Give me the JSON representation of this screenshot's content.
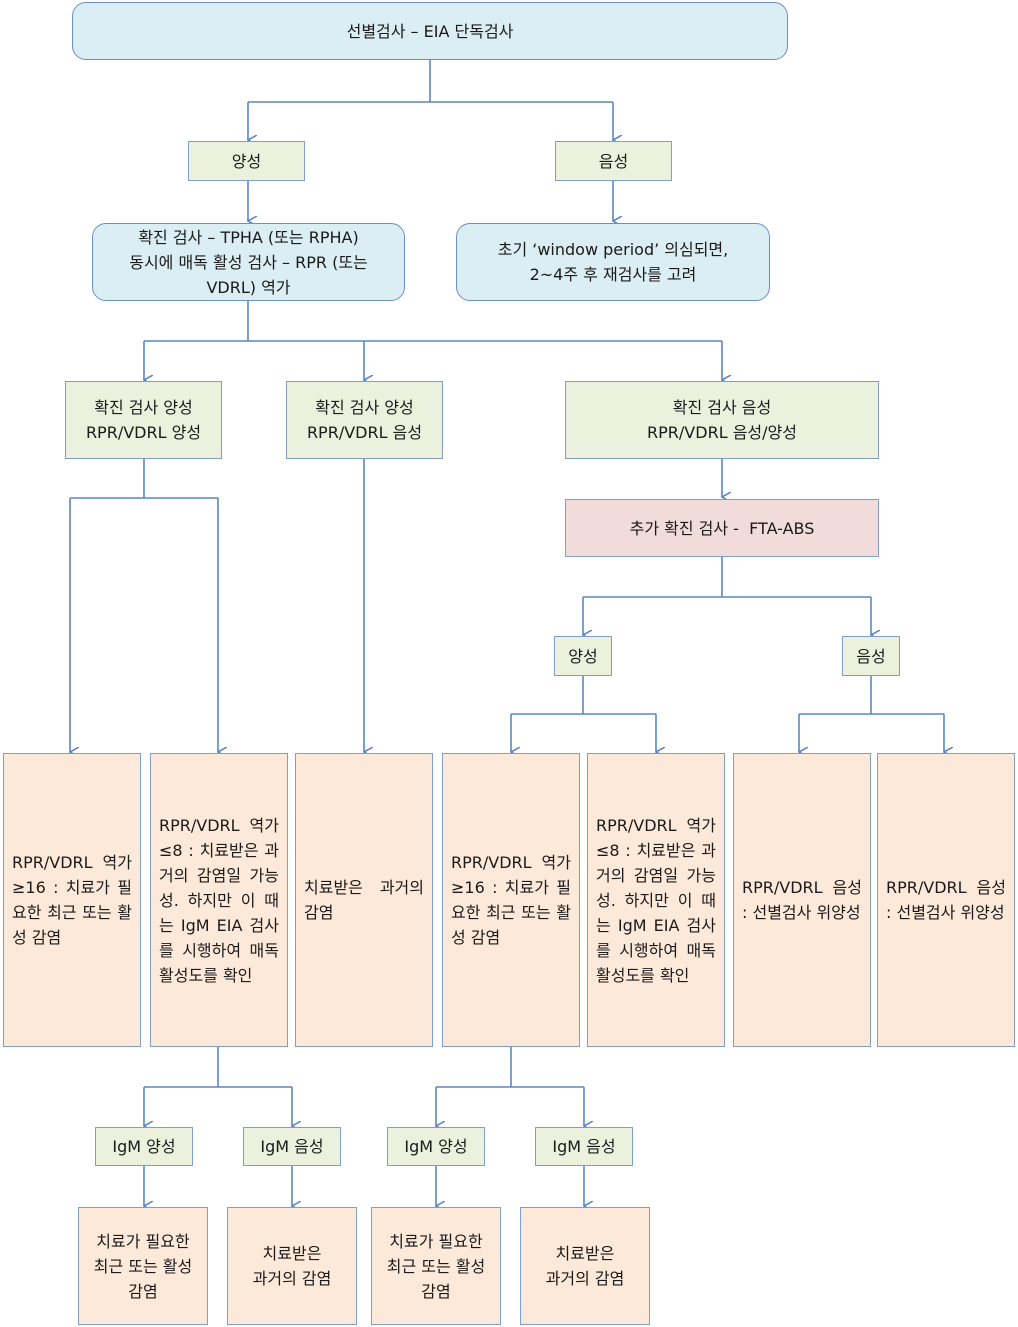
{
  "nodes": {
    "screen": "선별검사 – EIA 단독검사",
    "pos1": "양성",
    "neg1": "음성",
    "confirm": "확진 검사 – TPHA (또는 RPHA)\n동시에 매독 활성 검사 – RPR (또는 VDRL) 역가",
    "window": "초기 ‘window period’ 의심되면,\n2~4주 후 재검사를 고려",
    "cA": "확진 검사 양성\nRPR/VDRL 양성",
    "cB": "확진 검사 양성\nRPR/VDRL 음성",
    "cC": "확진 검사 음성\nRPR/VDRL 음성/양성",
    "fta": "추가 확진 검사 -  FTA-ABS",
    "fpos": "양성",
    "fneg": "음성",
    "r1": "RPR/VDRL 역가 ≥16 : 치료가 필요한 최근 또는 활성 감염",
    "r2": "RPR/VDRL 역가 ≤8 : 치료받은 과거의 감염일 가능성. 하지만 이 때는 IgM EIA 검사를 시행하여 매독 활성도를 확인",
    "r3": "치료받은 과거의 감염",
    "r4": "RPR/VDRL 역가 ≥16 : 치료가 필요한 최근 또는 활성 감염",
    "r5": "RPR/VDRL 역가 ≤8 : 치료받은 과거의 감염일 가능성. 하지만 이 때는 IgM EIA 검사를 시행하여 매독 활성도를 확인",
    "r6": "RPR/VDRL 음성 : 선별검사 위양성",
    "r7": "RPR/VDRL 음성 : 선별검사 위양성",
    "igm1": "IgM 양성",
    "igm2": "IgM 음성",
    "igm3": "IgM 양성",
    "igm4": "IgM 음성",
    "b1": "치료가 필요한\n최근 또는 활성\n감염",
    "b2": "치료받은\n과거의 감염",
    "b3": "치료가 필요한\n최근 또는 활성\n감염",
    "b4": "치료받은\n과거의 감염"
  },
  "colors": {
    "connector": "#5b86c4",
    "blue_fill": "#dbeef4",
    "green_fill": "#ebf1dd",
    "pink_fill": "#f2dcdb",
    "peach_fill": "#fde9d9"
  }
}
